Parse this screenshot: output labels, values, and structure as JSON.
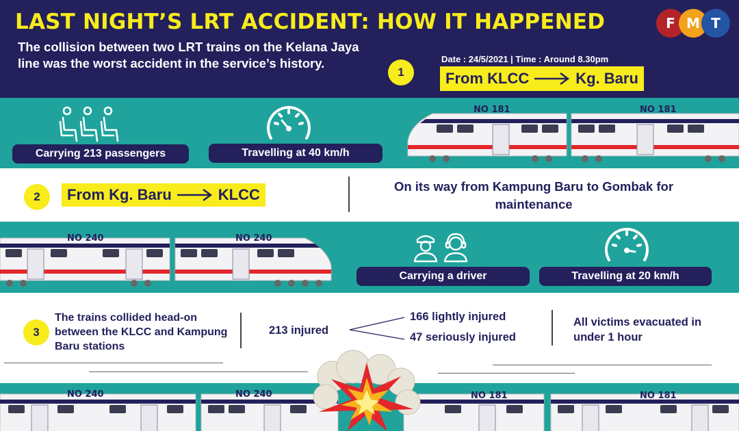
{
  "header": {
    "title": "LAST NIGHT’S LRT ACCIDENT: HOW IT HAPPENED",
    "subtitle": "The collision between two LRT trains on the Kelana Jaya line was the worst accident in the service’s history.",
    "logo_letters": [
      "F",
      "M",
      "T"
    ],
    "logo_colors": [
      "#b3242a",
      "#f3a21b",
      "#2454a4"
    ]
  },
  "step1": {
    "number": "1",
    "date_line": "Date :  24/5/2021  |  Time : Around 8.30pm",
    "route_from": "From KLCC",
    "route_to": "Kg. Baru",
    "passengers": "Carrying 213 passengers",
    "speed": "Travelling at 40 km/h",
    "train_label": "NO 181"
  },
  "step2": {
    "number": "2",
    "route_from": "From Kg. Baru",
    "route_to": "KLCC",
    "note": "On its way from Kampung Baru to Gombak for maintenance",
    "train_label": "NO 240",
    "carrying": "Carrying a driver",
    "speed": "Travelling at 20 km/h"
  },
  "step3": {
    "number": "3",
    "collision": "The trains collided head-on between the KLCC and Kampung Baru stations",
    "injured_total": "213 injured",
    "injured_light": "166 lightly injured",
    "injured_serious": "47 seriously injured",
    "evacuated": "All victims evacuated in under 1 hour",
    "train_label_a": "NO 240",
    "train_label_b": "NO 181"
  },
  "colors": {
    "navy": "#23205c",
    "yellow": "#f8ec1c",
    "teal": "#1fa39c",
    "red": "#e3262b"
  }
}
